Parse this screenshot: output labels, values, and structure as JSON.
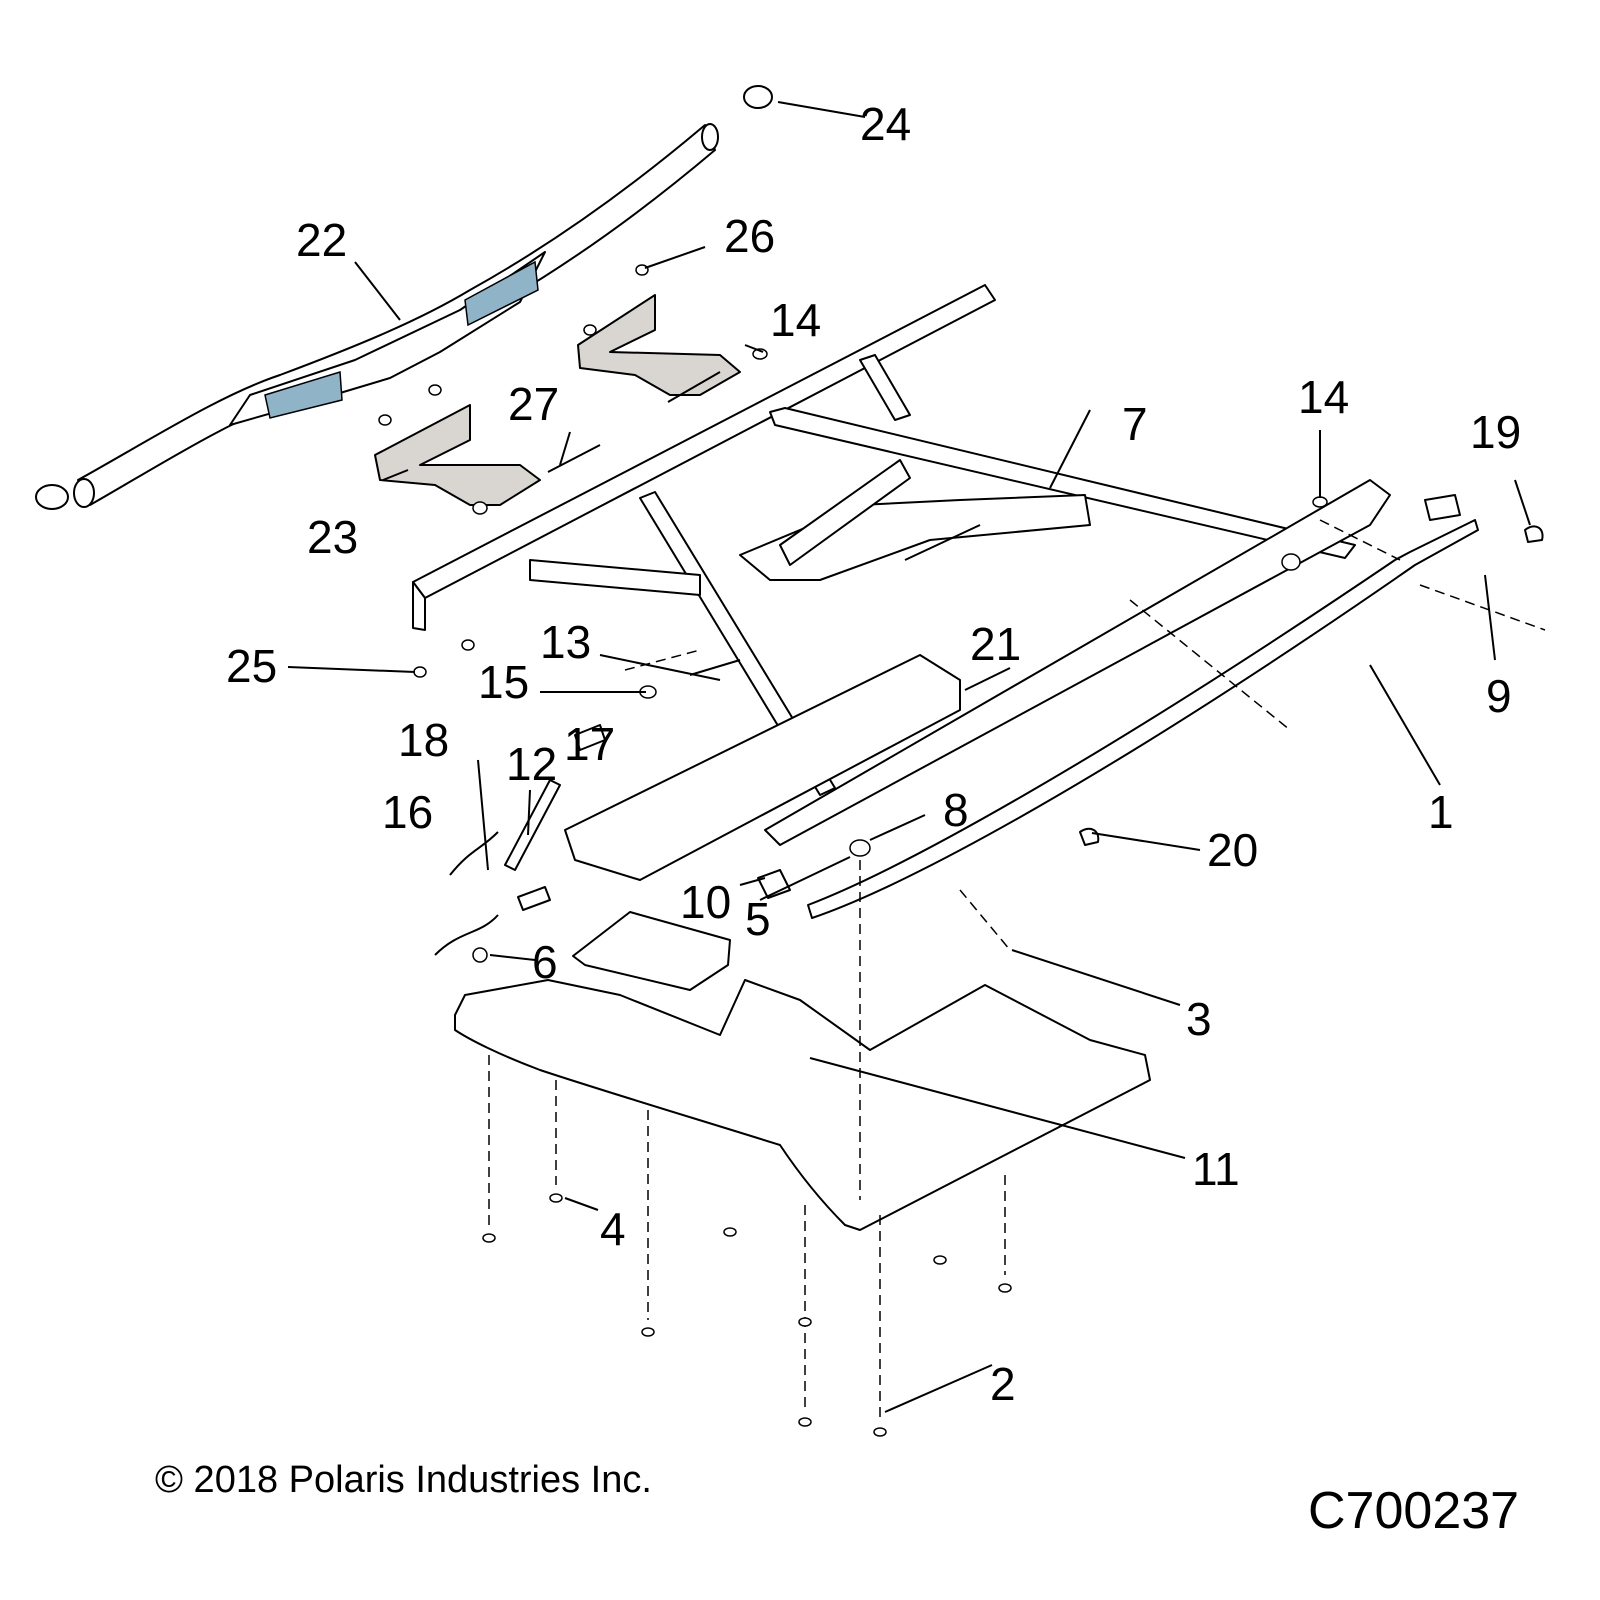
{
  "callouts": {
    "c1": "1",
    "c2": "2",
    "c3": "3",
    "c4": "4",
    "c5": "5",
    "c6": "6",
    "c7": "7",
    "c8": "8",
    "c9": "9",
    "c10": "10",
    "c11": "11",
    "c12": "12",
    "c13": "13",
    "c14a": "14",
    "c14b": "14",
    "c15": "15",
    "c16": "16",
    "c17": "17",
    "c18": "18",
    "c19": "19",
    "c20": "20",
    "c21": "21",
    "c22": "22",
    "c23": "23",
    "c24": "24",
    "c25": "25",
    "c26": "26",
    "c27": "27"
  },
  "footer": {
    "copyright": "© 2018 Polaris Industries Inc.",
    "drawing_number": "C700237"
  },
  "colors": {
    "line": "#000000",
    "part_fill": "#ffffff",
    "bracket_fill": "#d9d6d2",
    "pad_fill": "#8fb4c8"
  }
}
